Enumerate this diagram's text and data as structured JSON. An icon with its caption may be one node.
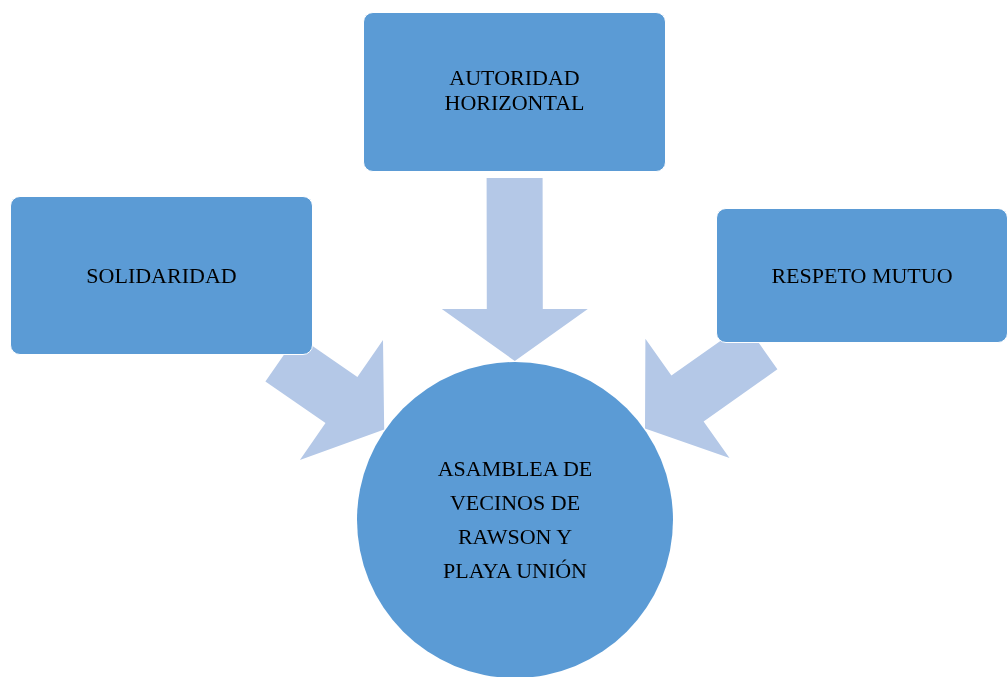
{
  "diagram": {
    "nodes": [
      {
        "text": [
          "AUTORIDAD HORIZONTAL"
        ]
      },
      {
        "text": [
          "SOLIDARIDAD"
        ]
      },
      {
        "text": [
          "RESPETO MUTUO"
        ]
      },
      {
        "text": [
          "ASAMBLEA DE VECINOS DE RAWSON Y PLAYA UNIÓN"
        ]
      }
    ],
    "edges": [
      {
        "from": 0,
        "to": 3,
        "arrow": "to"
      },
      {
        "from": 1,
        "to": 3,
        "arrow": "to"
      },
      {
        "from": 2,
        "to": 3,
        "arrow": "to"
      }
    ]
  }
}
